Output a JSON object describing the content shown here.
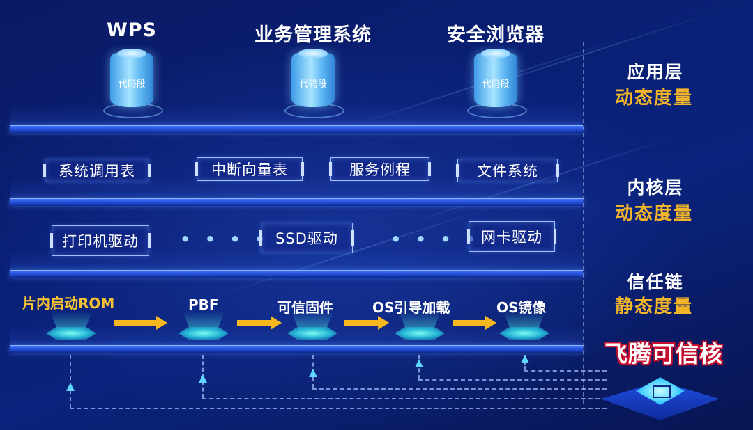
{
  "apps": [
    {
      "label": "WPS",
      "cylinder": "代码段"
    },
    {
      "label": "业务管理系统",
      "cylinder": "代码段"
    },
    {
      "label": "安全浏览器",
      "cylinder": "代码段"
    }
  ],
  "kernel_boxes": [
    "系统调用表",
    "中断向量表",
    "服务例程",
    "文件系统"
  ],
  "driver_boxes": [
    "打印机驱动",
    "SSD驱动",
    "网卡驱动"
  ],
  "ellipsis": "• • • •",
  "chain_stages": [
    "片内启动ROM",
    "PBF",
    "可信固件",
    "OS引导加载",
    "OS镜像"
  ],
  "layers": [
    {
      "title": "应用层",
      "measure": "动态度量"
    },
    {
      "title": "内核层",
      "measure": "动态度量"
    },
    {
      "title": "信任链",
      "measure": "静态度量"
    }
  ],
  "core": {
    "title": "飞腾可信核"
  },
  "colors": {
    "accent_gold": "#f6c232",
    "core_outline": "#c8102e",
    "background": "#0a1f74"
  }
}
